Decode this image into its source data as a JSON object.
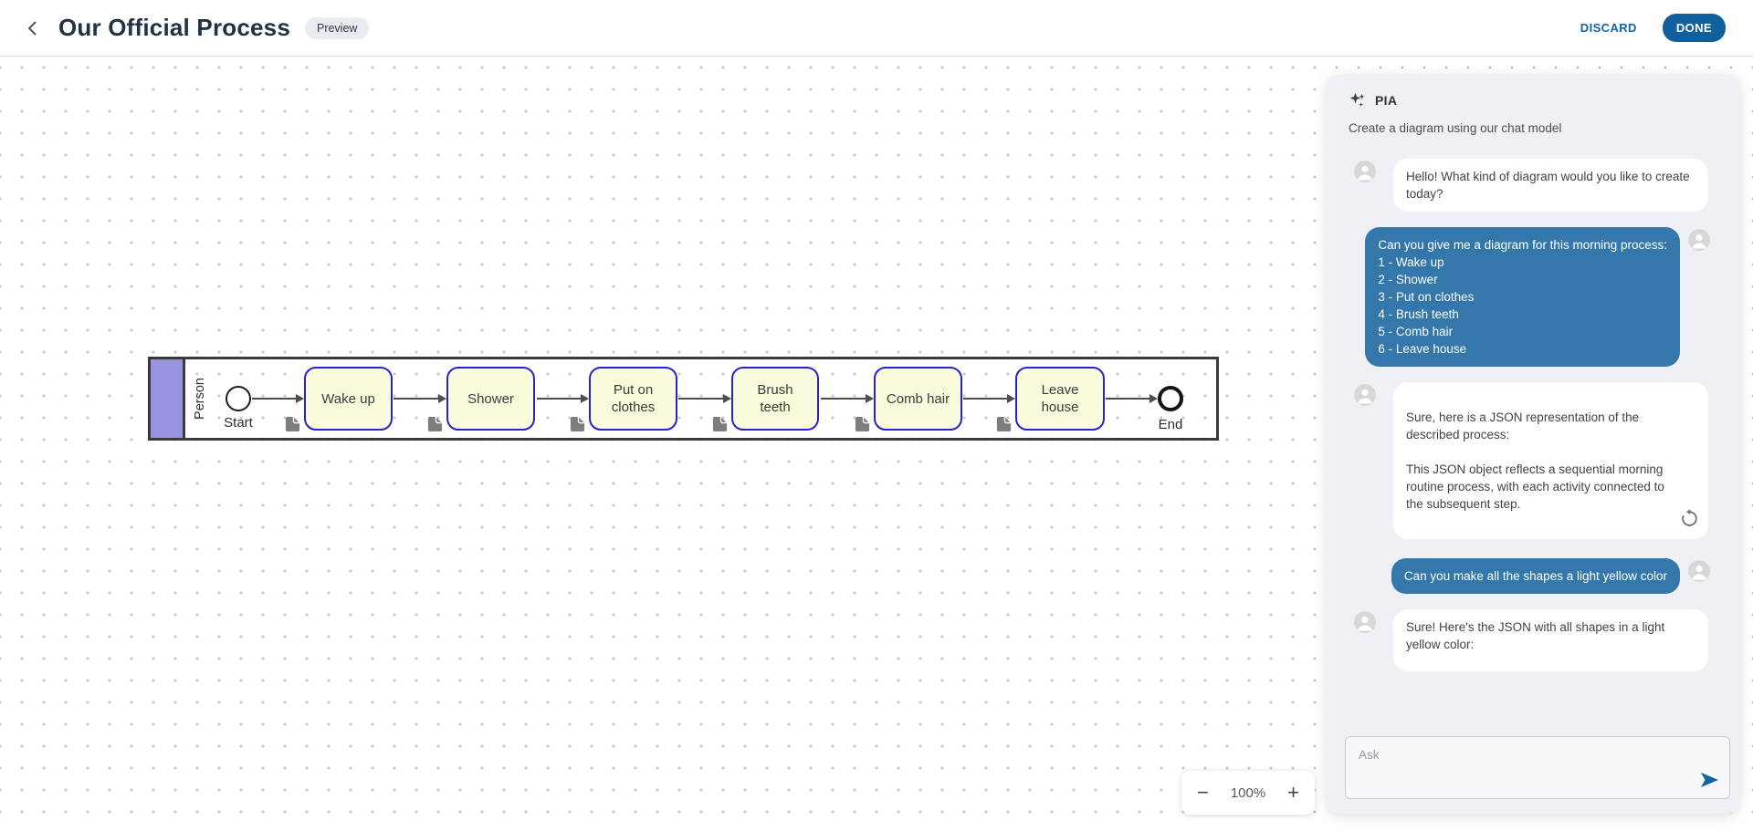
{
  "header": {
    "title": "Our Official Process",
    "preview_badge": "Preview",
    "discard_label": "DISCARD",
    "done_label": "DONE"
  },
  "diagram": {
    "lane_label": "Person",
    "start_label": "Start",
    "end_label": "End",
    "tasks": [
      {
        "label": "Wake up"
      },
      {
        "label": "Shower"
      },
      {
        "label": "Put on clothes"
      },
      {
        "label": "Brush teeth"
      },
      {
        "label": "Comb hair"
      },
      {
        "label": "Leave house"
      }
    ]
  },
  "zoom_toolbar": {
    "zoom_out": "−",
    "zoom_level": "100%",
    "zoom_in": "+"
  },
  "chat": {
    "title": "PIA",
    "subtitle": "Create a diagram using our chat model",
    "messages": [
      {
        "role": "bot",
        "text": "Hello! What kind of diagram would you like to create today?"
      },
      {
        "role": "user",
        "text": "Can you give me a diagram for this morning process:\n1 - Wake up\n2 - Shower\n3 - Put on clothes\n4 - Brush teeth\n5 - Comb hair\n6 - Leave house"
      },
      {
        "role": "bot",
        "text": "Sure, here is a JSON representation of the described process:\n\nThis JSON object reflects a sequential morning routine process, with each activity connected to the subsequent step."
      },
      {
        "role": "user",
        "text": "Can you make all the shapes a light yellow color"
      },
      {
        "role": "bot",
        "text": "Sure! Here's the JSON with all shapes in a light yellow color:"
      }
    ],
    "input_placeholder": "Ask"
  },
  "colors": {
    "accent": "#1164a3",
    "done_bg": "#11609e",
    "user_bubble": "#3478ab",
    "panel_bg": "#eef0f4",
    "task_fill": "#fafadc",
    "task_border": "#2424cf",
    "lane_header": "#9a94e0",
    "pool_border": "#3a3a3a",
    "arrow": "#4d4d4d",
    "grid_dot": "#c6c8cb"
  }
}
